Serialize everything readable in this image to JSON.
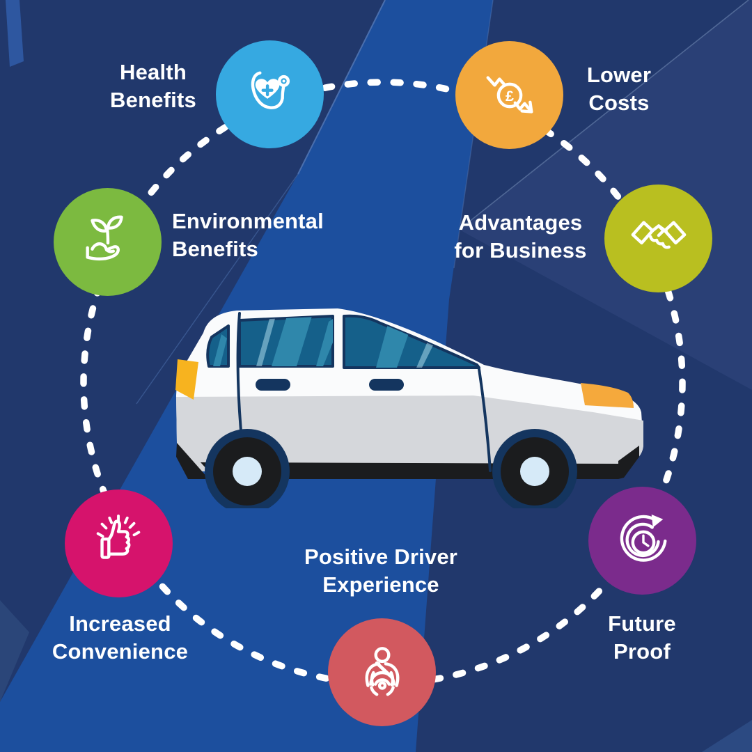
{
  "infographic": {
    "center_illustration": "white-family-car-side-view",
    "nodes": [
      {
        "id": "health-benefits",
        "line1": "Health",
        "line2": "Benefits",
        "color": "#36A9E1",
        "icon": "stethoscope-heart-icon"
      },
      {
        "id": "lower-costs",
        "line1": "Lower",
        "line2": "Costs",
        "color": "#F2A83D",
        "icon": "pound-coin-decrease-arrow-icon"
      },
      {
        "id": "environmental-benefits",
        "line1": "Environmental",
        "line2": "Benefits",
        "color": "#7CBA40",
        "icon": "hand-seedling-icon"
      },
      {
        "id": "advantages-for-business",
        "line1": "Advantages",
        "line2": "for Business",
        "color": "#B9BF20",
        "icon": "handshake-icon"
      },
      {
        "id": "increased-convenience",
        "line1": "Increased",
        "line2": "Convenience",
        "color": "#D6136C",
        "icon": "thumbs-up-icon"
      },
      {
        "id": "future-proof",
        "line1": "Future",
        "line2": "Proof",
        "color": "#7B2B8C",
        "icon": "clock-refresh-icon"
      },
      {
        "id": "positive-driver-experience",
        "line1": "Positive Driver",
        "line2": "Experience",
        "color": "#D2595F",
        "icon": "driver-steering-wheel-icon"
      }
    ],
    "coin_symbol": "£",
    "colors": {
      "base": "#21386C",
      "band": "#1C4F9E",
      "band_edge": "#4F74B2",
      "wedge_right": "#2A4076",
      "sliver": "#2E57A0",
      "wedge_left": "#2B4679",
      "wedge_br": "#2C4A82",
      "shard_line": "#5F77A3",
      "ring_dot": "#FFFFFF",
      "label_text": "#FFFFFF",
      "car_white": "#FAFBFC",
      "car_gray": "#D5D7DB",
      "car_navy": "#14355F",
      "glass": "#15608A",
      "glass_streak": "#2F87AB",
      "glass_pale": "#A9D8E9",
      "tire": "#1B1C1E",
      "hub": "#D6EAF8",
      "tail_light": "#F7B31F",
      "head_light": "#F5A93C"
    }
  }
}
